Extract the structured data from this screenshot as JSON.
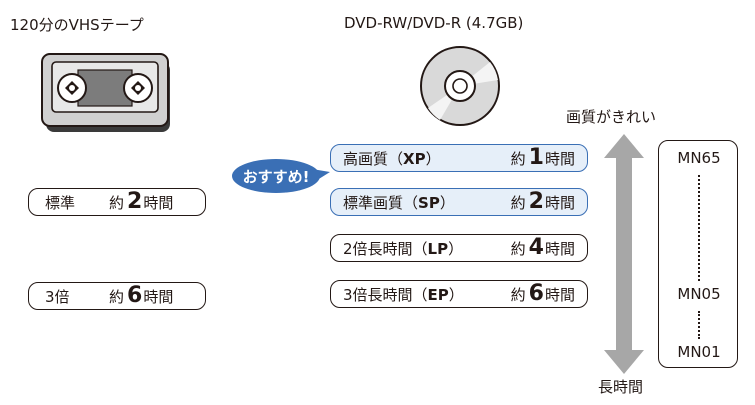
{
  "vhs": {
    "title": "120分のVHSテープ",
    "modes": [
      {
        "mode": "標準",
        "prefix": "約",
        "num": "2",
        "unit": "時間"
      },
      {
        "mode": "3倍",
        "prefix": "約",
        "num": "6",
        "unit": "時間"
      }
    ]
  },
  "dvd": {
    "title": "DVD-RW/DVD-R (4.7GB)",
    "badge": "おすすめ!",
    "modes": [
      {
        "mode_pre": "高画質（",
        "mode_code": "XP",
        "mode_post": "）",
        "prefix": "約",
        "num": "1",
        "unit": "時間",
        "highlight": true
      },
      {
        "mode_pre": "標準画質（",
        "mode_code": "SP",
        "mode_post": "）",
        "prefix": "約",
        "num": "2",
        "unit": "時間",
        "highlight": true
      },
      {
        "mode_pre": "2倍長時間（",
        "mode_code": "LP",
        "mode_post": "）",
        "prefix": "約",
        "num": "4",
        "unit": "時間",
        "highlight": false
      },
      {
        "mode_pre": "3倍長時間（",
        "mode_code": "EP",
        "mode_post": "）",
        "prefix": "約",
        "num": "6",
        "unit": "時間",
        "highlight": false
      }
    ]
  },
  "scale": {
    "top_label": "画質がきれい",
    "bottom_label": "長時間",
    "mn_top": "MN65",
    "mn_mid": "MN05",
    "mn_bottom": "MN01"
  },
  "colors": {
    "highlight_border": "#3a6fb5",
    "highlight_fill": "#e6eff9",
    "badge": "#3a6fb5",
    "arrow": "#a7a7a7"
  }
}
